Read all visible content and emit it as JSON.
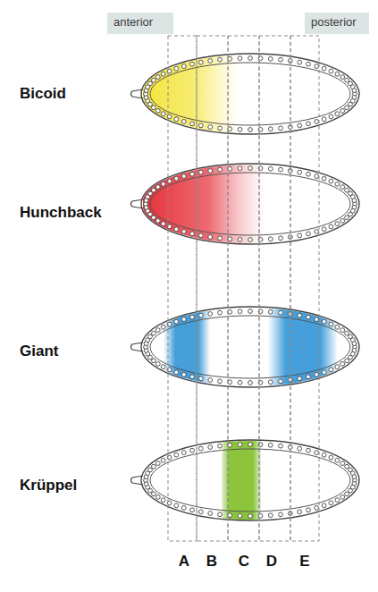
{
  "diagram": {
    "nodes": [
      {
        "text": [
          "anterior"
        ]
      },
      {
        "text": [
          "posterior"
        ]
      }
    ],
    "labels": [
      "Bicoid",
      "Hunchback",
      "Giant",
      "Krüppel",
      "A",
      "B",
      "C",
      "D",
      "E"
    ]
  }
}
